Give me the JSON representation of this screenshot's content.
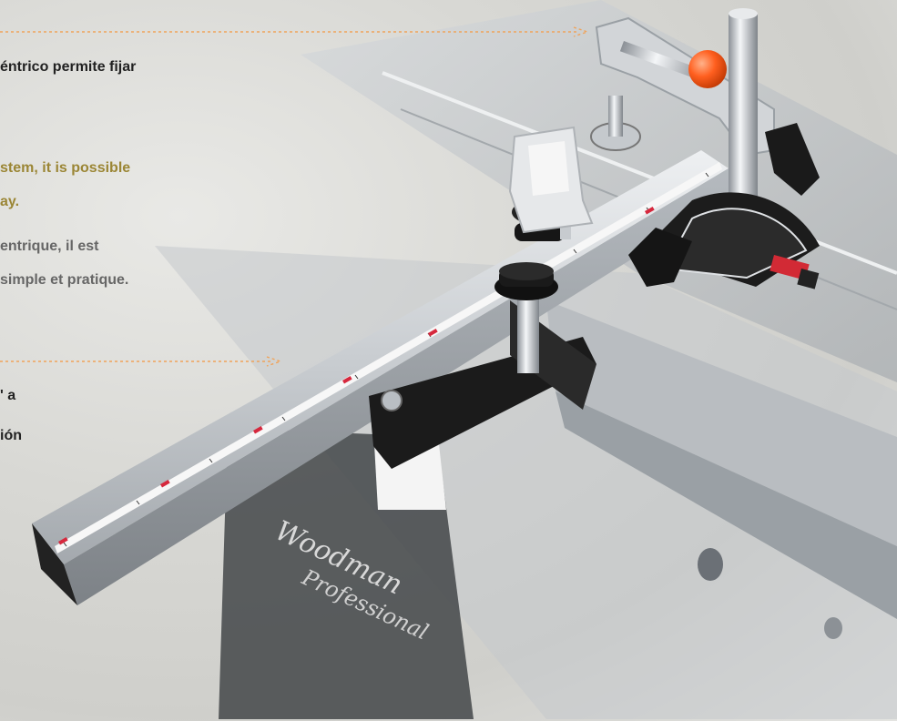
{
  "colors": {
    "accent_orange": "#f0a35a",
    "text_dark": "#222222",
    "text_gold": "#9b8635",
    "text_gray": "#666666",
    "aluminum": "#c8ccd0",
    "knob_black": "#1a1a1a",
    "ball_orange": "#ff6a2c"
  },
  "captions": {
    "spanish_line1": "éntrico permite fijar",
    "english_line1": "stem, it is possible",
    "english_line2": "ay.",
    "french_line1": "entrique, il est",
    "french_line2": "simple et pratique.",
    "second_line1": "' a",
    "second_line2": "ión"
  },
  "product": {
    "brand_logo": "Woodman",
    "brand_script": "Professional"
  }
}
